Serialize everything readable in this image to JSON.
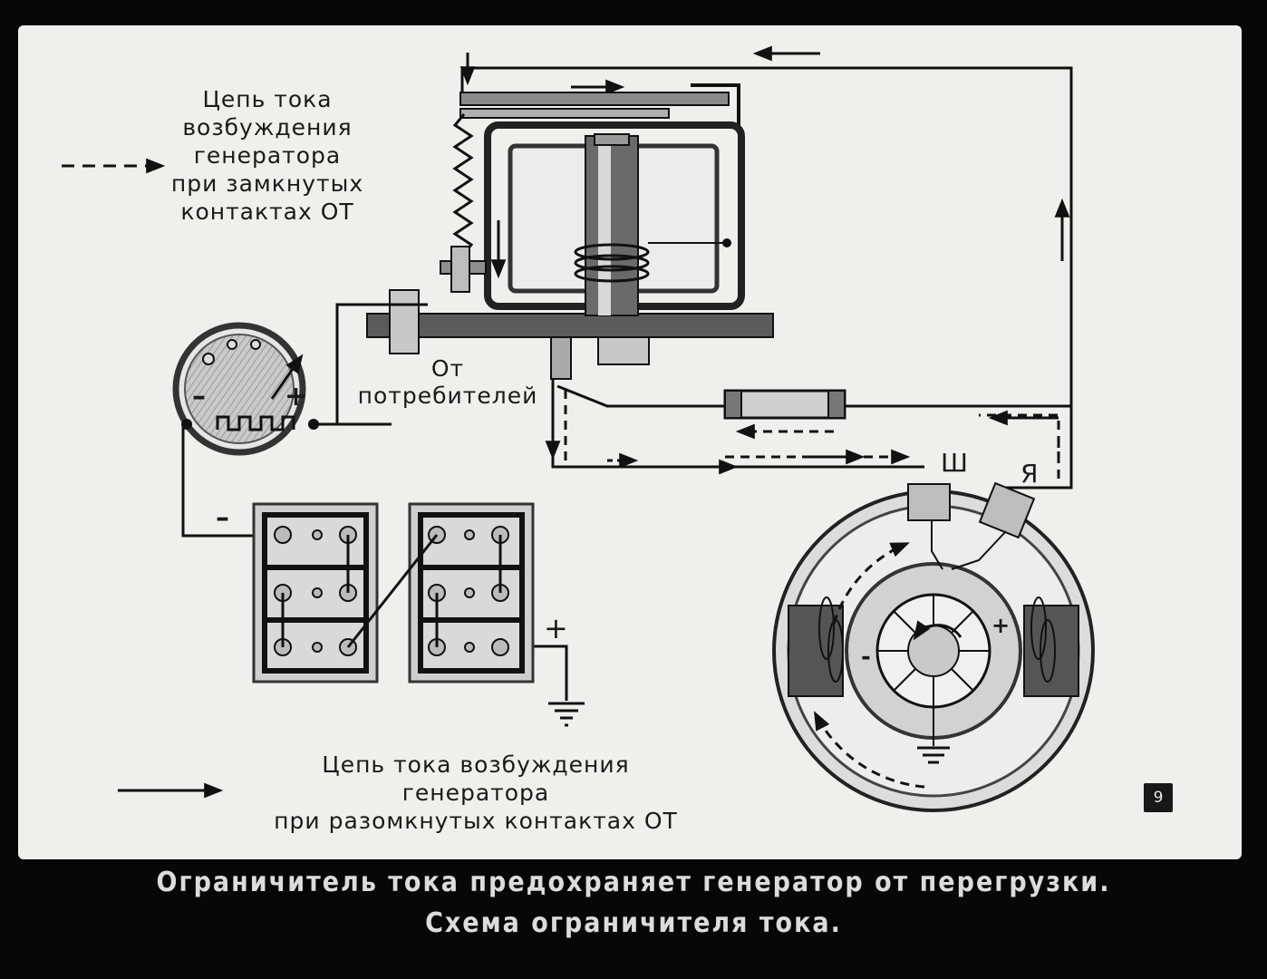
{
  "legend": {
    "dashed": {
      "line1": "Цепь тока",
      "line2": "возбуждения",
      "line3": "генератора",
      "line4": "при замкнутых",
      "line5": "контактах ОТ"
    },
    "solid": {
      "line1": "Цепь тока возбуждения",
      "line2": "генератора",
      "line3": "при разомкнутых контактах ОТ"
    }
  },
  "labels": {
    "consumers_line1": "От",
    "consumers_line2": "потребителей",
    "terminal_sh": "Ш",
    "terminal_ya": "Я",
    "ammeter_minus": "–",
    "ammeter_plus": "+",
    "battery_minus": "–",
    "battery_plus": "+",
    "brush_minus": "-",
    "brush_plus": "+"
  },
  "slide_number": "9",
  "caption": {
    "line1": "Ограничитель тока предохраняет генератор от перегрузки.",
    "line2": "Схема ограничителя тока."
  },
  "colors": {
    "background": "#070707",
    "slide": "#efefee",
    "ink": "#1a1a1a",
    "caption_text": "#dcdcdc"
  }
}
